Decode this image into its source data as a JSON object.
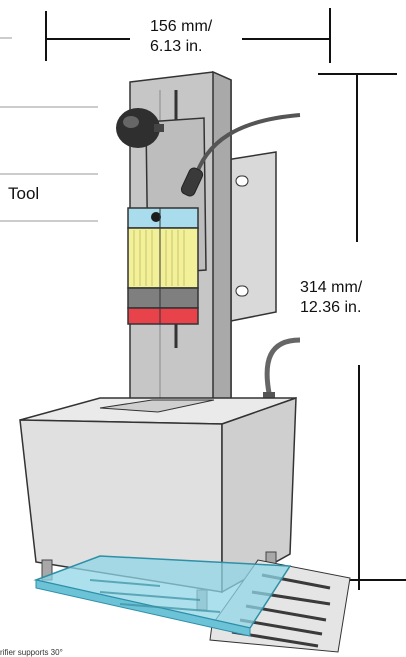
{
  "labels": {
    "width_dim": [
      "156 mm/",
      "6.13 in."
    ],
    "height_dim": [
      "314 mm/",
      "12.36 in."
    ],
    "tool": "Tool",
    "footnote": "rifier supports 30°"
  },
  "colors": {
    "base_block": "#dedede",
    "rail": "#c4c4c4",
    "plate": "#7fd3e3",
    "scanner_body": "#f3f09a",
    "scanner_top": "#a9dcec",
    "scanner_bottom": "#e8424a",
    "knob": "#2f2f2f"
  }
}
